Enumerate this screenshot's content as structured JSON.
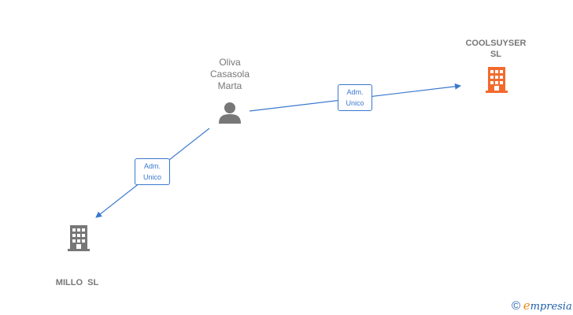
{
  "nodes": {
    "person": {
      "name_lines": [
        "Oliva",
        "Casasola",
        "Marta"
      ],
      "icon": "person-icon"
    },
    "coolsuyser": {
      "name_lines": [
        "COOLSUYSER",
        "SL"
      ],
      "icon": "building-icon",
      "color": "#f26a2e"
    },
    "millo": {
      "name_lines": [
        "MILLO  SL"
      ],
      "icon": "building-icon",
      "color": "#777777"
    }
  },
  "edges": [
    {
      "from": "person",
      "to": "coolsuyser",
      "label_lines": [
        "Adm.",
        "Unico"
      ]
    },
    {
      "from": "person",
      "to": "millo",
      "label_lines": [
        "Adm.",
        "Unico"
      ]
    }
  ],
  "colors": {
    "edge": "#3a78cf",
    "person_icon": "#777777"
  },
  "brand": {
    "copyright": "©",
    "e": "e",
    "rest": "mpresia"
  }
}
